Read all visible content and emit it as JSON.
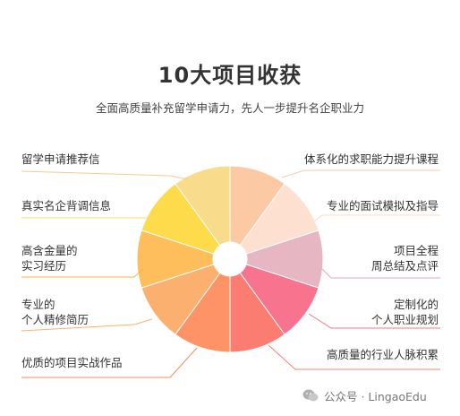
{
  "title": "10大项目收获",
  "subtitle": "全面高质量补充留学申请力，先人一步提升名企职业力",
  "items_left": [
    {
      "lines": [
        "留学申请推荐信"
      ]
    },
    {
      "lines": [
        "真实名企背调信息"
      ]
    },
    {
      "lines": [
        "高含金量的",
        "实习经历"
      ]
    },
    {
      "lines": [
        "专业的",
        "个人精修简历"
      ]
    },
    {
      "lines": [
        "优质的项目实战作品"
      ]
    }
  ],
  "items_right": [
    {
      "lines": [
        "体系化的求职能力提升课程"
      ]
    },
    {
      "lines": [
        "专业的面试模拟及指导"
      ]
    },
    {
      "lines": [
        "项目全程",
        "周总结及点评"
      ]
    },
    {
      "lines": [
        "定制化的",
        "个人职业规划"
      ]
    },
    {
      "lines": [
        "高质量的行业人脉积累"
      ]
    }
  ],
  "wheel_colors": [
    "#fbc9a4",
    "#fde0d0",
    "#e6b6c2",
    "#f7738e",
    "#fb7c70",
    "#fd9366",
    "#fcb070",
    "#fdbe5b",
    "#fedb4a",
    "#f8dc8b"
  ],
  "line_colors_left": [
    "#f9c98a",
    "#fdd96a",
    "#fdb04a",
    "#fdb070",
    "#fb8a60"
  ],
  "line_colors_right": [
    "#fbc9a4",
    "#f9d9c8",
    "#e8a5b5",
    "#f7738e",
    "#fb8070"
  ],
  "watermark": "公众号 · LingaoEdu"
}
